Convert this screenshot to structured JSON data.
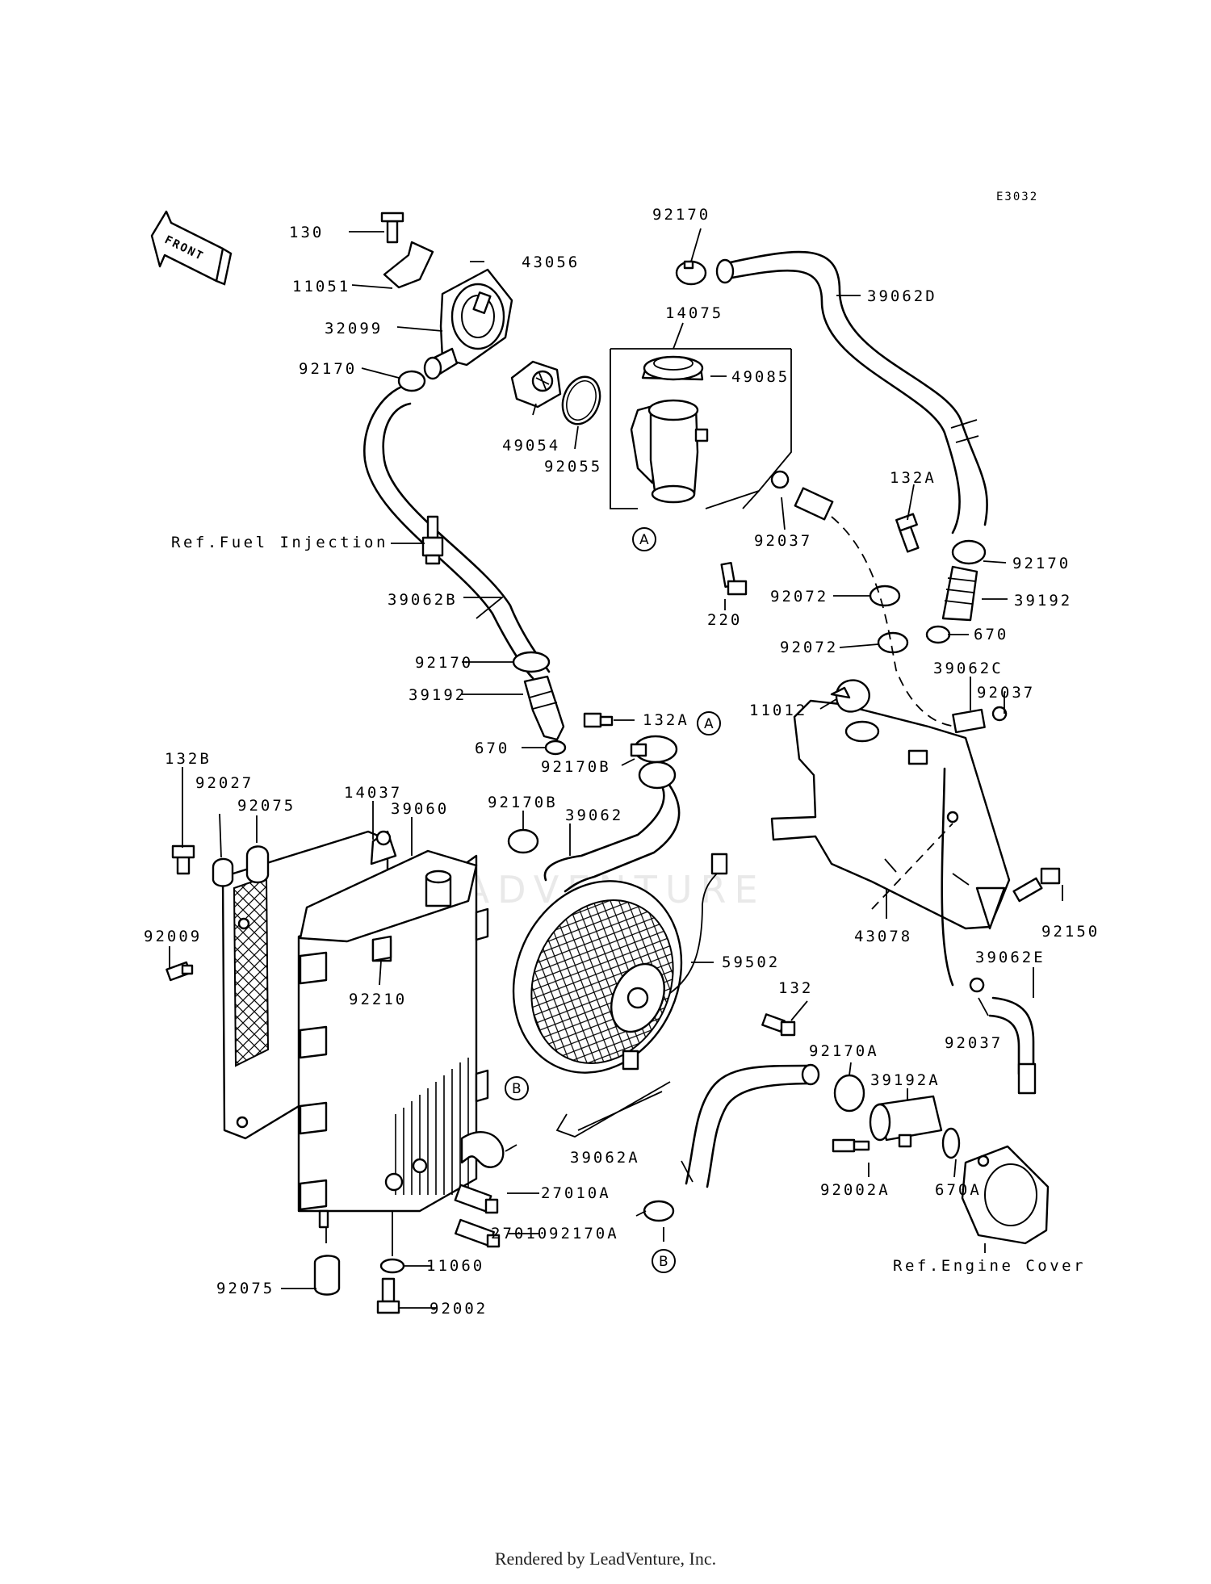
{
  "diagram_code": "E3032",
  "front_label": "FRONT",
  "watermark": "LEADVENTURE",
  "references": {
    "fuel_injection": "Ref.Fuel Injection",
    "engine_cover": "Ref.Engine Cover"
  },
  "connectors": {
    "a": "A",
    "b": "B"
  },
  "parts": {
    "p130": "130",
    "p11051": "11051",
    "p43056": "43056",
    "p32099": "32099",
    "p92170_top": "92170",
    "p39062D": "39062D",
    "p14075": "14075",
    "p49085": "49085",
    "p92170_left": "92170",
    "p49054": "49054",
    "p92055": "92055",
    "p92037_top": "92037",
    "p132A_top": "132A",
    "p92170_right": "92170",
    "p39192_right": "39192",
    "p670_right": "670",
    "p39062B": "39062B",
    "p220": "220",
    "p92072_a": "92072",
    "p92072_b": "92072",
    "p39062C": "39062C",
    "p92037_mid": "92037",
    "p92170_mid": "92170",
    "p39192_mid": "39192",
    "p132A_mid": "132A",
    "p670_mid": "670",
    "p92170B_a": "92170B",
    "p11012": "11012",
    "p132B": "132B",
    "p92027": "92027",
    "p92075_top": "92075",
    "p14037": "14037",
    "p39060": "39060",
    "p92170B_b": "92170B",
    "p39062": "39062",
    "p92009": "92009",
    "p92210": "92210",
    "p59502": "59502",
    "p132": "132",
    "p43078": "43078",
    "p92150": "92150",
    "p39062E": "39062E",
    "p92037_low": "92037",
    "p92170A_a": "92170A",
    "p39192A": "39192A",
    "p39062A": "39062A",
    "p92002A": "92002A",
    "p670A": "670A",
    "p27010A": "27010A",
    "p27010": "27010",
    "p92170A_b": "92170A",
    "p11060": "11060",
    "p92075_bot": "92075",
    "p92002": "92002"
  },
  "footer": "Rendered by LeadVenture, Inc."
}
